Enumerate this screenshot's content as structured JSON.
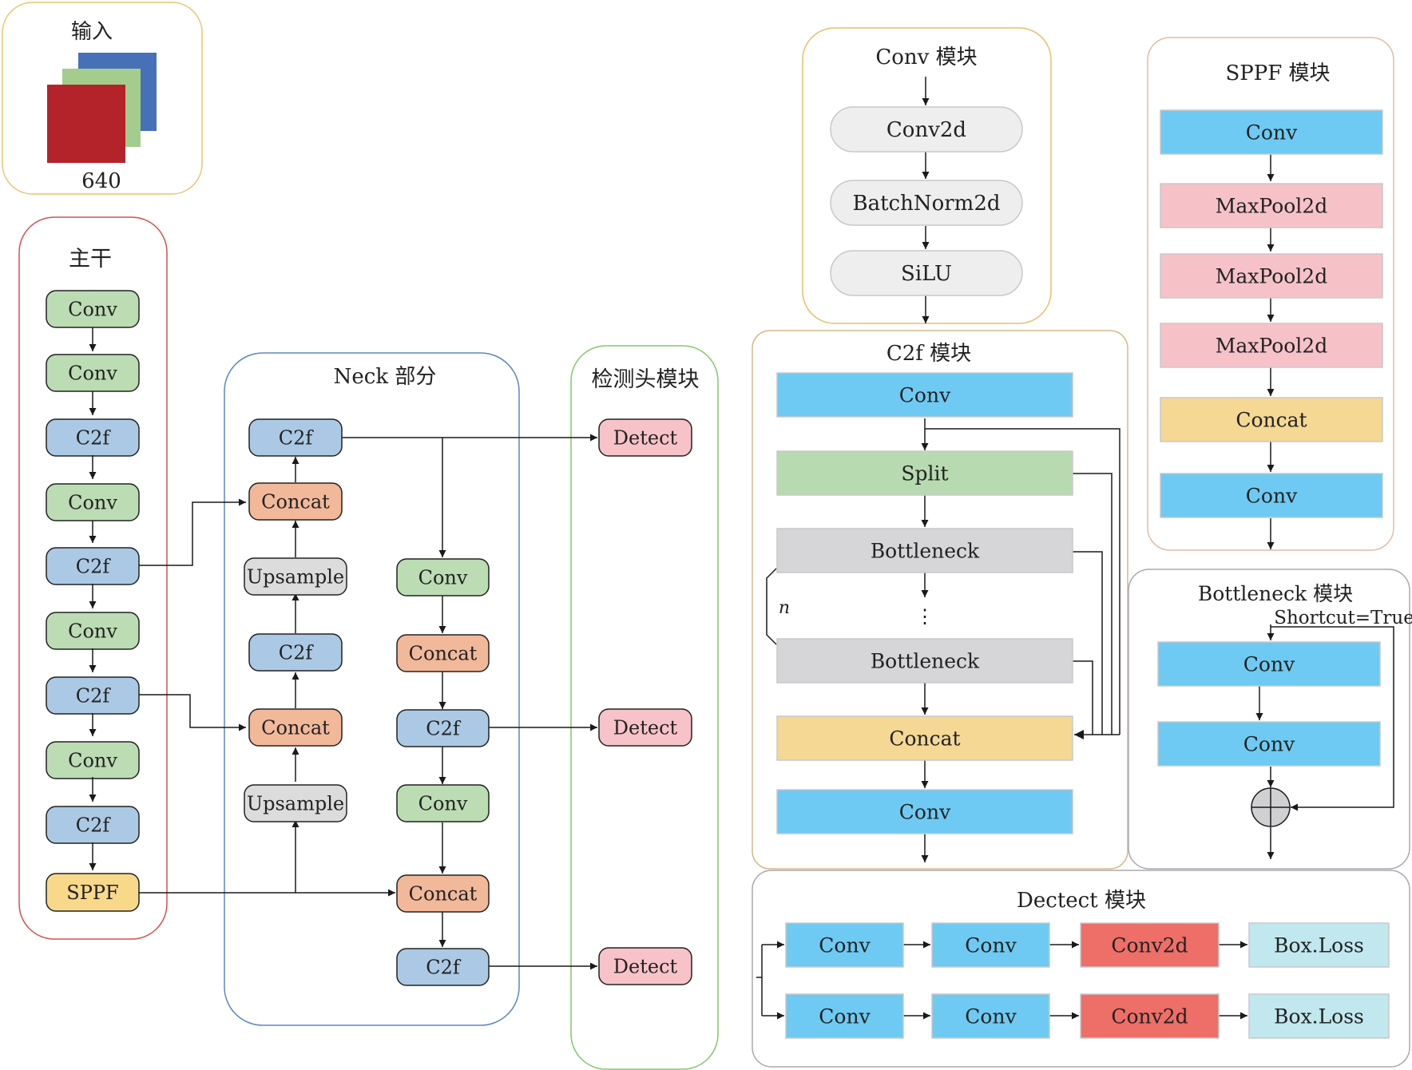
{
  "input": {
    "title": "输入",
    "size_label": "640"
  },
  "backbone": {
    "title": "主干",
    "blocks": [
      "Conv",
      "Conv",
      "C2f",
      "Conv",
      "C2f",
      "Conv",
      "C2f",
      "Conv",
      "C2f",
      "SPPF"
    ]
  },
  "neck": {
    "title": "Neck 部分",
    "left_column": [
      "C2f",
      "Concat",
      "Upsample",
      "C2f",
      "Concat",
      "Upsample"
    ],
    "right_column": [
      "Conv",
      "Concat",
      "C2f",
      "Conv",
      "Concat",
      "C2f"
    ]
  },
  "head": {
    "title": "检测头模块",
    "blocks": [
      "Detect",
      "Detect",
      "Detect"
    ]
  },
  "conv_module": {
    "title": "Conv 模块",
    "blocks": [
      "Conv2d",
      "BatchNorm2d",
      "SiLU"
    ]
  },
  "c2f_module": {
    "title": "C2f 模块",
    "blocks": [
      "Conv",
      "Split",
      "Bottleneck",
      "Bottleneck",
      "Concat",
      "Conv"
    ],
    "repeat_label": "n"
  },
  "sppf_module": {
    "title": "SPPF 模块",
    "blocks": [
      "Conv",
      "MaxPool2d",
      "MaxPool2d",
      "MaxPool2d",
      "Concat",
      "Conv"
    ]
  },
  "bottleneck_module": {
    "title": "Bottleneck 模块",
    "shortcut_label": "Shortcut=True",
    "blocks": [
      "Conv",
      "Conv"
    ]
  },
  "detect_module": {
    "title": "Dectect 模块",
    "row1": [
      "Conv",
      "Conv",
      "Conv2d",
      "Box.Loss"
    ],
    "row2": [
      "Conv",
      "Conv",
      "Conv2d",
      "Box.Loss"
    ]
  },
  "colors": {
    "conv_green": "#bcdcb4",
    "c2f_blue": "#abc9e4",
    "sppf_yellow": "#f8d98a",
    "concat_orange": "#f2b89a",
    "upsample_gray": "#dcdcdc",
    "detect_pink": "#f7c2c8",
    "cyan": "#6ecaf2",
    "split_green": "#b8dab0",
    "bottleneck_gray": "#d6d6d8",
    "concat_yellow": "#f4d894",
    "maxpool_pink": "#f6c2c8",
    "conv2d_red": "#ee6e68",
    "boxloss_cyan": "#c0e8ee",
    "light_gray": "#eeeeef",
    "input_blue": "#4670b8",
    "input_green": "#a4cc8c",
    "input_red": "#b4232a"
  }
}
